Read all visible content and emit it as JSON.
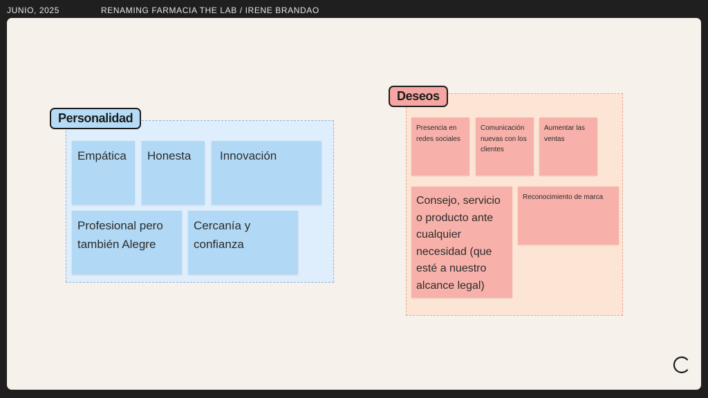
{
  "header": {
    "date": "JUNIO, 2025",
    "project": "RENAMING FARMACIA THE LAB / IRENE BRANDAO"
  },
  "personalidad": {
    "title": "Personalidad",
    "notes": [
      "Empática",
      "Honesta",
      "Innovación",
      "Profesional pero también Alegre",
      "Cercanía y confianza"
    ]
  },
  "deseos": {
    "title": "Deseos",
    "notes": [
      "Presencia en redes sociales",
      "Comunicación nuevas con los clientes",
      "Aumentar las ventas",
      "Consejo, servicio o producto ante cualquier necesidad (que esté a nuestro alcance legal)",
      "Reconocimiento de marca"
    ]
  },
  "colors": {
    "blue_note": "#b1d9f5",
    "red_note": "#f7b1aa",
    "board": "#f7f1eb"
  },
  "icons": {
    "corner": "c-logo-icon"
  }
}
